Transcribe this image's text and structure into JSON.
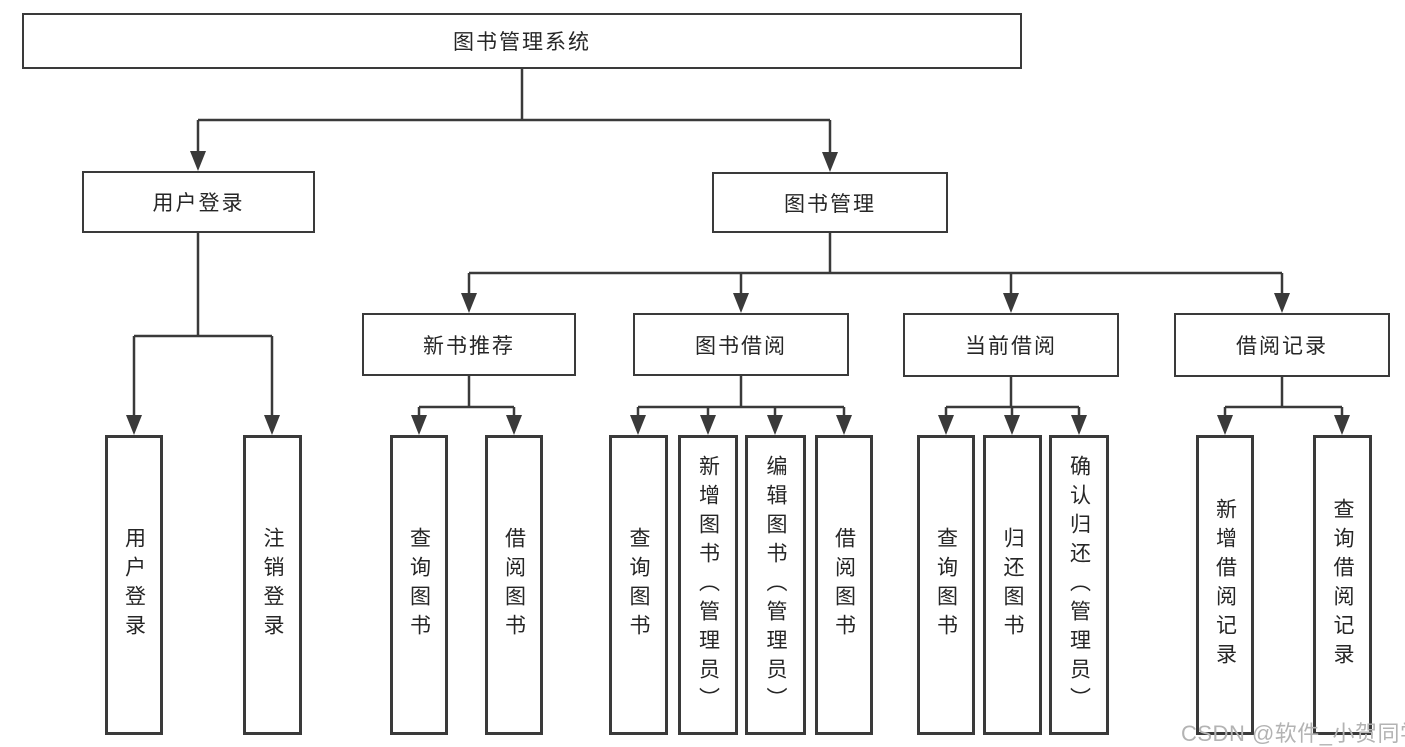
{
  "root": {
    "label": "图书管理系统"
  },
  "branches": [
    {
      "label": "用户登录"
    },
    {
      "label": "图书管理"
    }
  ],
  "modules": [
    {
      "label": "新书推荐",
      "parent": "图书管理"
    },
    {
      "label": "图书借阅",
      "parent": "图书管理"
    },
    {
      "label": "当前借阅",
      "parent": "图书管理"
    },
    {
      "label": "借阅记录",
      "parent": "图书管理"
    }
  ],
  "functions": [
    {
      "label": "用户登录",
      "parent": "用户登录"
    },
    {
      "label": "注销登录",
      "parent": "用户登录"
    },
    {
      "label": "查询图书",
      "parent": "新书推荐"
    },
    {
      "label": "借阅图书",
      "parent": "新书推荐"
    },
    {
      "label": "查询图书",
      "parent": "图书借阅"
    },
    {
      "label": "新增图书（管理员）",
      "parent": "图书借阅"
    },
    {
      "label": "编辑图书（管理员）",
      "parent": "图书借阅"
    },
    {
      "label": "借阅图书",
      "parent": "图书借阅"
    },
    {
      "label": "查询图书",
      "parent": "当前借阅"
    },
    {
      "label": "归还图书",
      "parent": "当前借阅"
    },
    {
      "label": "确认归还（管理员）",
      "parent": "当前借阅"
    },
    {
      "label": "新增借阅记录",
      "parent": "借阅记录"
    },
    {
      "label": "查询借阅记录",
      "parent": "借阅记录"
    }
  ],
  "watermark": {
    "text": "CSDN @软件_小贺同学"
  },
  "colors": {
    "line": "#3a3a3a",
    "text": "#262626",
    "background": "#ffffff",
    "watermark": "#b3b3b3"
  }
}
